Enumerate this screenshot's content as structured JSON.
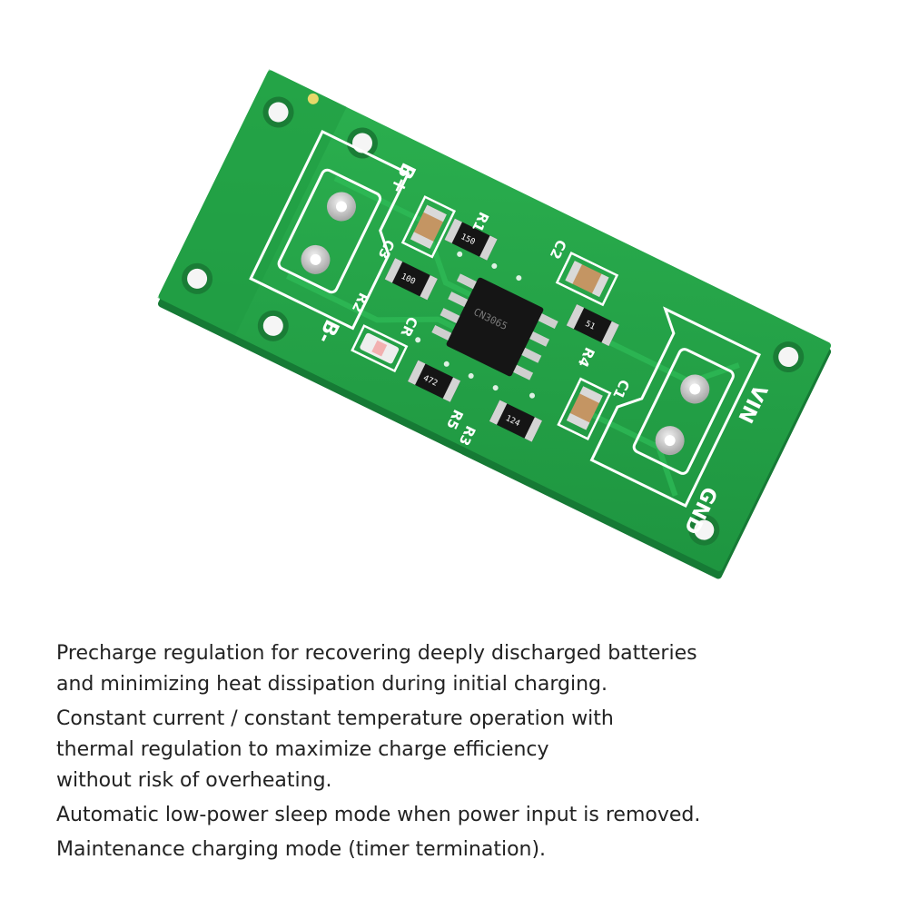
{
  "board": {
    "labels": {
      "bplus": "B+",
      "bminus": "B-",
      "vin": "VIN",
      "gnd": "GND",
      "c2": "C2",
      "c3": "C3",
      "c1": "C1",
      "r1": "R1",
      "r2": "R2",
      "r3": "R3",
      "r4": "R4",
      "r5": "R5",
      "cr": "CR"
    },
    "resistor_codes": {
      "r1": "150",
      "r2": "100",
      "r4": "51",
      "r5": "472",
      "r3": "124"
    },
    "ic_marking": "CN3065"
  },
  "description": {
    "paragraphs": [
      {
        "lines": [
          "Precharge regulation for recovering deeply discharged batteries",
          "and minimizing heat dissipation during initial charging."
        ]
      },
      {
        "lines": [
          "Constant current / constant temperature operation with",
          "thermal regulation to maximize charge efficiency",
          "without risk of overheating."
        ]
      },
      {
        "lines": [
          "Automatic low-power sleep mode when power input is removed."
        ]
      },
      {
        "lines": [
          "Maintenance charging mode (timer termination)."
        ]
      }
    ]
  },
  "colors": {
    "pcb_green": "#22a045",
    "pcb_edge": "#178038",
    "silkscreen": "#ffffff",
    "pad_silver": "#c8c8c8",
    "ic_black": "#151515"
  }
}
